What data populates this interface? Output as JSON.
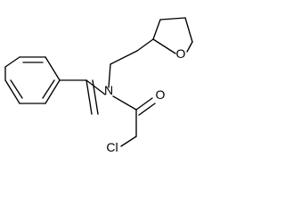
{
  "atoms": {
    "nitrogen": "N",
    "carbonyl_oxygen": "O",
    "ring_oxygen": "O",
    "chlorine": "Cl"
  }
}
